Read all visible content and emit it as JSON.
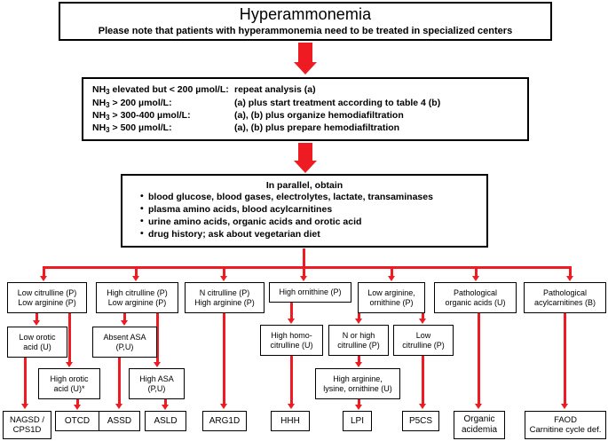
{
  "diagram": {
    "title": "Hyperammonemia diagnostic algorithm",
    "accent_color": "#ee1c22",
    "box_border_color": "#000000",
    "background": "#ffffff"
  },
  "header": {
    "title": "Hyperammonemia",
    "subtitle": "Please note that patients with hyperammonemia need to be treated in specialized centers"
  },
  "nh3_box": {
    "rows": [
      {
        "condition_pre": "NH",
        "condition_sub": "3",
        "condition_post": " elevated but < 200 µmol/L:",
        "action": "repeat analysis (a)"
      },
      {
        "condition_pre": "NH",
        "condition_sub": "3",
        "condition_post": " > 200 µmol/L:",
        "action": "(a) plus start treatment according to table 4 (b)"
      },
      {
        "condition_pre": "NH",
        "condition_sub": "3",
        "condition_post": " > 300-400 µmol/L:",
        "action": "(a), (b) plus organize hemodiafiltration"
      },
      {
        "condition_pre": "NH",
        "condition_sub": "3",
        "condition_post": " > 500 µmol/L:",
        "action": "(a), (b) plus prepare hemodiafiltration"
      }
    ]
  },
  "parallel_box": {
    "heading": "In parallel, obtain",
    "items": [
      "blood glucose, blood gases, electrolytes, lactate, transaminases",
      "plasma amino acids, blood acylcarnitines",
      "urine amino acids, organic acids and orotic acid",
      "drug history; ask about vegetarian diet"
    ]
  },
  "branches": [
    {
      "id": "b1",
      "line1": "Low citrulline (P)",
      "line2": "Low arginine (P)"
    },
    {
      "id": "b2",
      "line1": "High citrulline (P)",
      "line2": "Low arginine (P)"
    },
    {
      "id": "b3",
      "line1": "N citrulline (P)",
      "line2": "High arginine (P)"
    },
    {
      "id": "b4",
      "line1": "High ornithine (P)",
      "line2": ""
    },
    {
      "id": "b5",
      "line1": "Low arginine,",
      "line2": "ornithine (P)"
    },
    {
      "id": "b6",
      "line1": "Pathological",
      "line2": "organic acids (U)"
    },
    {
      "id": "b7",
      "line1": "Pathological",
      "line2": "acylcarnitines (B)"
    }
  ],
  "level2": [
    {
      "id": "l2a",
      "line1": "Low orotic",
      "line2": "acid (U)"
    },
    {
      "id": "l2b",
      "line1": "Absent ASA",
      "line2": "(P,U)"
    },
    {
      "id": "l2c",
      "line1": "High homo-",
      "line2": "citrulline (U)"
    },
    {
      "id": "l2d",
      "line1": "N or high",
      "line2": "citrulline (P)"
    },
    {
      "id": "l2e",
      "line1": "Low",
      "line2": "citrulline (P)"
    }
  ],
  "level3": [
    {
      "id": "l3a",
      "line1": "High orotic",
      "line2": "acid (U)*"
    },
    {
      "id": "l3b",
      "line1": "High ASA",
      "line2": "(P,U)"
    },
    {
      "id": "l3c",
      "line1": "High arginine,",
      "line2": "lysine, ornithine (U)"
    }
  ],
  "diagnoses": [
    {
      "id": "d1",
      "line1": "NAGSD /",
      "line2": "CPS1D"
    },
    {
      "id": "d2",
      "line1": "OTCD",
      "line2": ""
    },
    {
      "id": "d3",
      "line1": "ASSD",
      "line2": ""
    },
    {
      "id": "d4",
      "line1": "ASLD",
      "line2": ""
    },
    {
      "id": "d5",
      "line1": "ARG1D",
      "line2": ""
    },
    {
      "id": "d6",
      "line1": "HHH",
      "line2": ""
    },
    {
      "id": "d7",
      "line1": "LPI",
      "line2": ""
    },
    {
      "id": "d8",
      "line1": "P5CS",
      "line2": ""
    },
    {
      "id": "d9",
      "line1": "Organic",
      "line2": "acidemia"
    },
    {
      "id": "d10",
      "line1": "FAOD",
      "line2": "Carnitine cycle def."
    }
  ]
}
